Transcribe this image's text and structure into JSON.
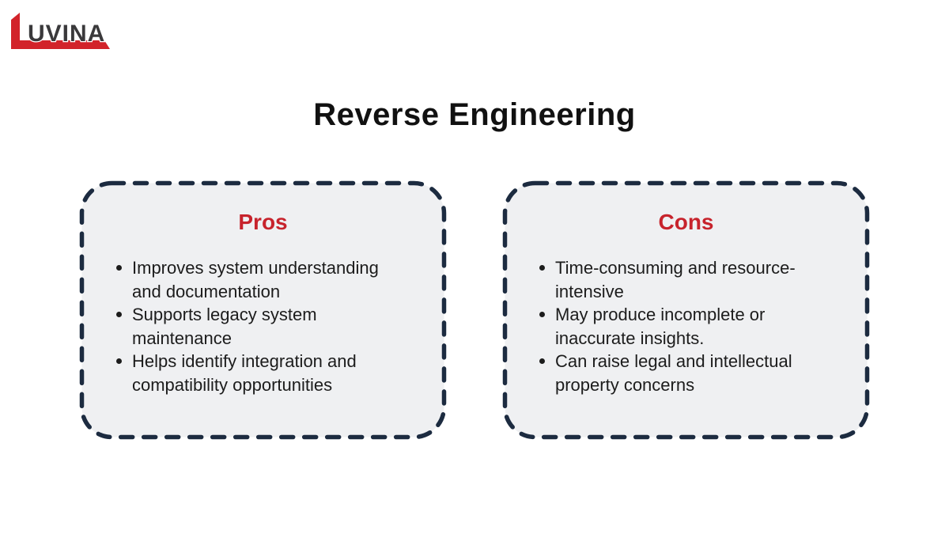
{
  "logo": {
    "text": "UVINA"
  },
  "title": "Reverse Engineering",
  "colors": {
    "logo_red": "#D2232A",
    "heading_red": "#C7232C",
    "border_navy": "#1C2B40",
    "card_background": "#EFF0F2",
    "body_text": "#1C1C1C"
  },
  "cards": [
    {
      "heading": "Pros",
      "items": [
        "Improves system understanding and documentation",
        "Supports legacy system maintenance",
        "Helps identify integration and compatibility opportunities"
      ]
    },
    {
      "heading": "Cons",
      "items": [
        "Time-consuming and resource-intensive",
        "May produce incomplete or inaccurate insights.",
        "Can raise legal and intellectual property concerns"
      ]
    }
  ]
}
